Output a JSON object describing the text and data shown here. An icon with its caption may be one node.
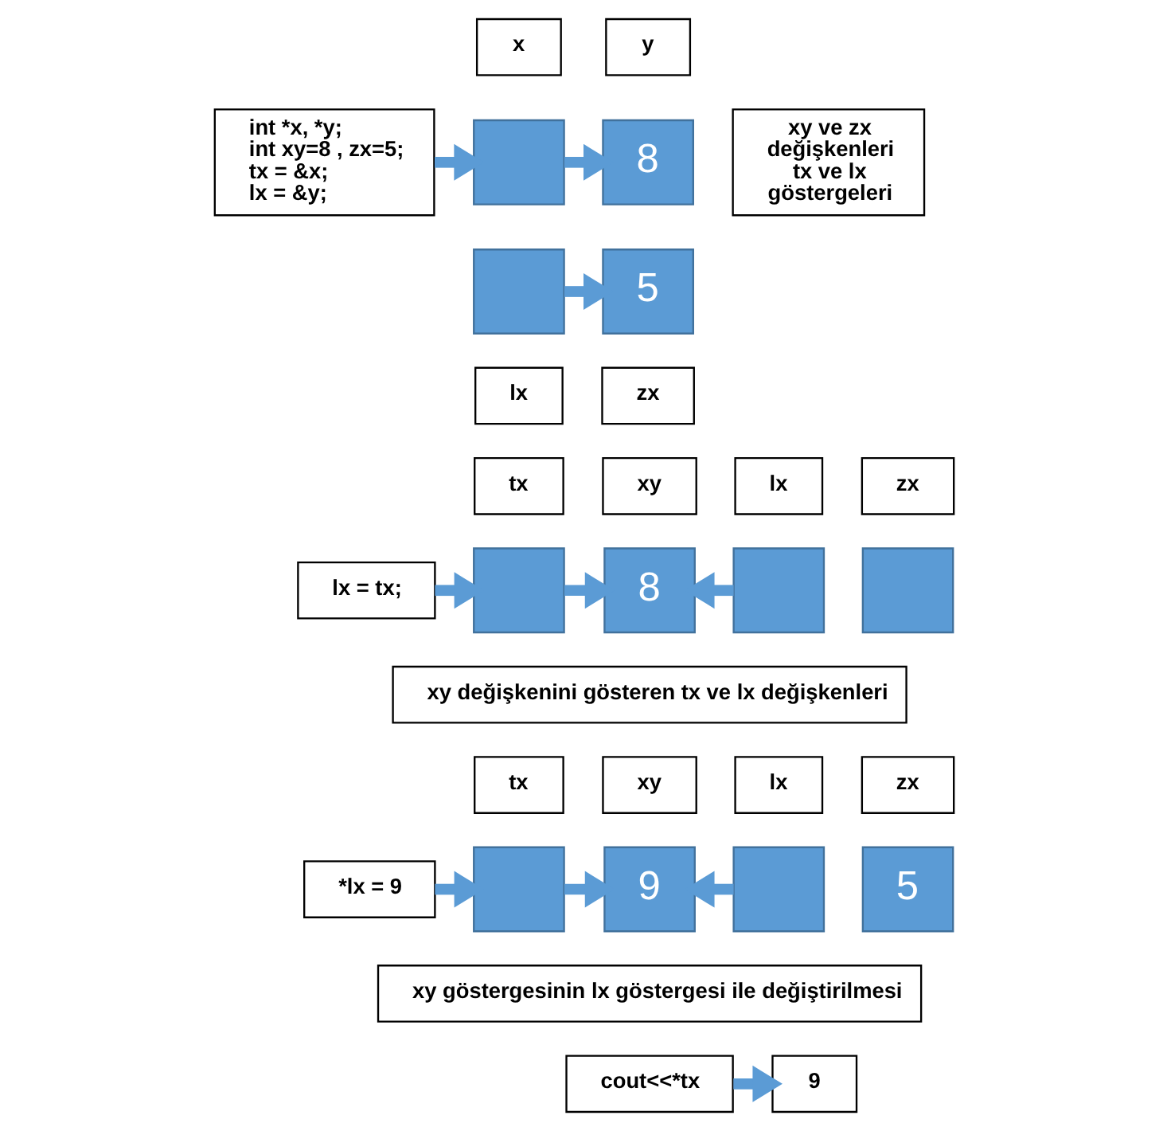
{
  "diagram": {
    "nodes": [
      {
        "text": [
          "int *x, *y;",
          "int xy=8 , zx=5;",
          "tx = &x;",
          "lx = &y;"
        ]
      },
      {
        "text": [
          "x"
        ]
      },
      {
        "text": [
          "y"
        ]
      },
      {
        "text": [],
        "shape": "box"
      },
      {
        "text": [
          "8"
        ]
      },
      {
        "text": [
          "xy ve zx değişkenleri tx ve lx göstergeleri"
        ]
      },
      {
        "text": [],
        "shape": "box"
      },
      {
        "text": [
          "5"
        ]
      },
      {
        "text": [
          "lx"
        ]
      },
      {
        "text": [
          "zx"
        ]
      },
      {
        "text": [
          "lx = tx;"
        ]
      },
      {
        "text": [
          "tx"
        ]
      },
      {
        "text": [
          "xy"
        ]
      },
      {
        "text": [
          "lx"
        ]
      },
      {
        "text": [
          "zx"
        ]
      },
      {
        "text": [],
        "shape": "box"
      },
      {
        "text": [
          "8"
        ]
      },
      {
        "text": [],
        "shape": "box"
      },
      {
        "text": [],
        "shape": "box"
      },
      {
        "text": [
          "xy değişkenini gösteren tx ve lx değişkenleri"
        ]
      },
      {
        "text": [
          "*lx = 9"
        ]
      },
      {
        "text": [
          "tx"
        ]
      },
      {
        "text": [
          "xy"
        ]
      },
      {
        "text": [
          "lx"
        ]
      },
      {
        "text": [
          "zx"
        ]
      },
      {
        "text": [],
        "shape": "box"
      },
      {
        "text": [
          "9"
        ]
      },
      {
        "text": [],
        "shape": "box"
      },
      {
        "text": [
          "5"
        ]
      },
      {
        "text": [
          "xy göstergesinin lx göstergesi ile değiştirilmesi"
        ]
      },
      {
        "text": [
          "cout<<*tx"
        ]
      },
      {
        "text": [
          "9"
        ]
      }
    ],
    "edges": [
      {
        "from": 0,
        "to": 3,
        "arrow": "to"
      },
      {
        "from": 3,
        "to": 4,
        "arrow": "to"
      },
      {
        "from": 6,
        "to": 7,
        "arrow": "to"
      },
      {
        "from": 10,
        "to": 15,
        "arrow": "to"
      },
      {
        "from": 15,
        "to": 16,
        "arrow": "to"
      },
      {
        "from": 17,
        "to": 16,
        "arrow": "to"
      },
      {
        "from": 20,
        "to": 25,
        "arrow": "to"
      },
      {
        "from": 25,
        "to": 26,
        "arrow": "to"
      },
      {
        "from": 27,
        "to": 26,
        "arrow": "to"
      },
      {
        "from": 30,
        "to": 31,
        "arrow": "to"
      }
    ]
  }
}
